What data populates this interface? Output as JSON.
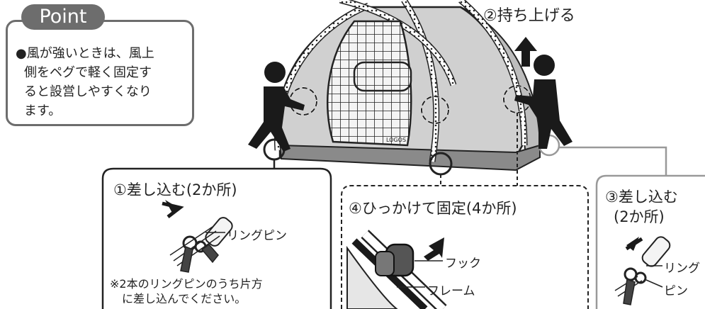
{
  "point": {
    "tab_label": "Point",
    "bullet": "●",
    "text_lines": [
      "風が強いときは、風上",
      "側をペグで軽く固定す",
      "ると設営しやすくなり",
      "ます。"
    ]
  },
  "tent": {
    "logo_text": "LOGOS"
  },
  "steps": {
    "lift": "②持ち上げる",
    "insert_left": {
      "title": "①差し込む(2か所)",
      "label": "リングピン",
      "note_lines": [
        "※2本のリングピンのうち片方",
        "に差し込んでください。"
      ]
    },
    "hook": {
      "title": "④ひっかけて固定(4か所)",
      "hook_label": "フック",
      "frame_label": "フレーム"
    },
    "insert_right": {
      "title_lines": [
        "③差し込む",
        "(2か所)"
      ],
      "label_lines": [
        "リング",
        "ピン"
      ]
    }
  },
  "colors": {
    "panel_border": "#6d6d6d",
    "tent_fill": "#d0d0d0",
    "dark": "#1a1a1a"
  }
}
